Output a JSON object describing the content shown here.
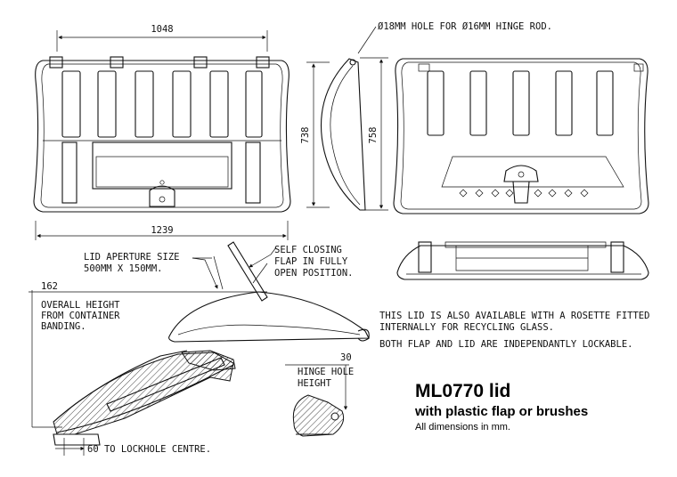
{
  "dimensions": {
    "top_width": "1048",
    "bottom_width": "1239",
    "side_height": "738",
    "side_height_full": "758",
    "overall_height_value": "162",
    "hinge_hole_value": "30",
    "lockhole_label": "60 TO LOCKHOLE CENTRE."
  },
  "notes": {
    "hinge_rod": "Ø18MM HOLE FOR Ø16MM HINGE ROD.",
    "aperture_line1": "LID APERTURE SIZE",
    "aperture_line2": "500MM X 150MM.",
    "self_closing_line1": "SELF CLOSING",
    "self_closing_line2": "FLAP IN FULLY",
    "self_closing_line3": "OPEN POSITION.",
    "overall_line1": "OVERALL HEIGHT",
    "overall_line2": "FROM CONTAINER",
    "overall_line3": "BANDING.",
    "hinge_line1": "HINGE HOLE",
    "hinge_line2": "HEIGHT",
    "rosette_line1": "THIS LID IS ALSO AVAILABLE WITH A ROSETTE FITTED",
    "rosette_line2": "INTERNALLY FOR RECYCLING GLASS.",
    "lockable": "BOTH FLAP AND LID ARE INDEPENDANTLY LOCKABLE."
  },
  "title": {
    "main": "ML0770 lid",
    "sub": "with plastic flap or brushes",
    "units": "All dimensions in mm."
  }
}
